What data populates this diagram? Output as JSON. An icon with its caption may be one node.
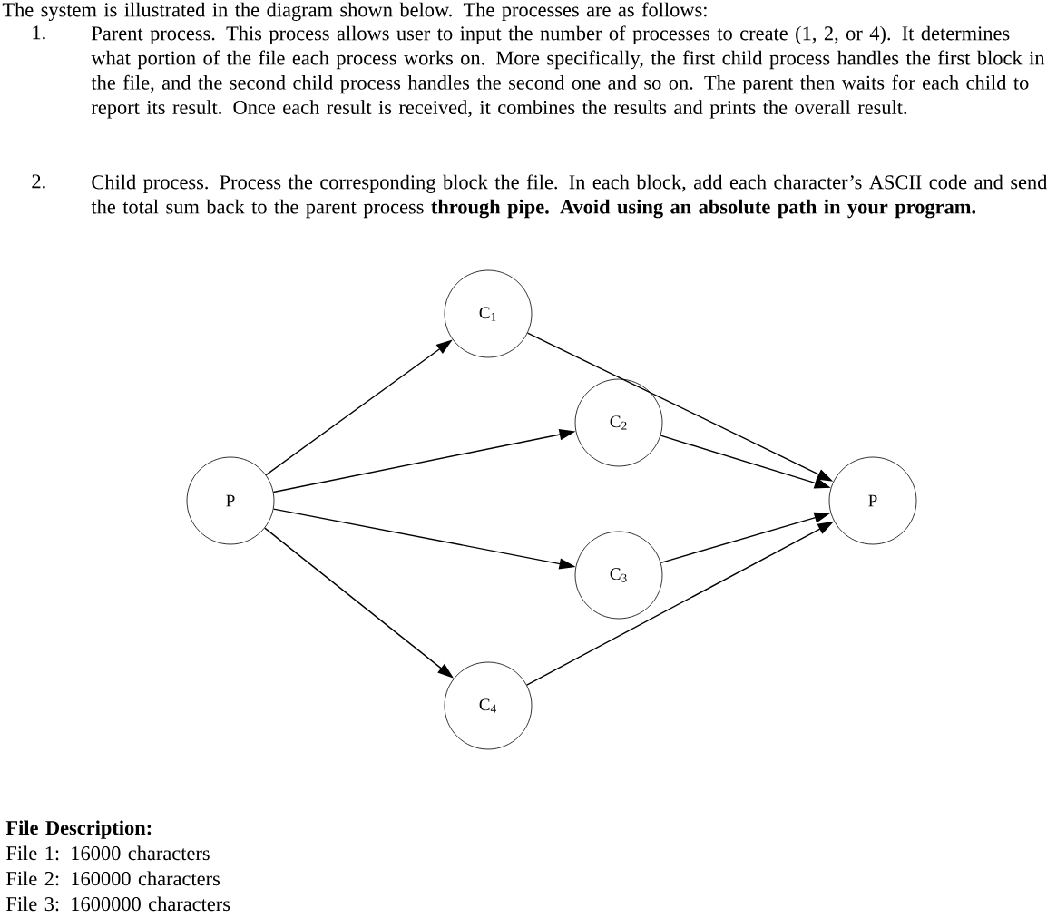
{
  "diagram": {
    "nodes": [
      {
        "text": [
          "P"
        ]
      },
      {
        "text": [
          "C$_{1}$"
        ]
      },
      {
        "text": [
          "C$_{2}$"
        ]
      },
      {
        "text": [
          "C$_{3}$"
        ]
      },
      {
        "text": [
          "C$_{4}$"
        ]
      },
      {
        "text": [
          "P"
        ]
      }
    ],
    "edges": [
      {
        "from": 0,
        "to": 1,
        "arrow": "to"
      },
      {
        "from": 0,
        "to": 2,
        "arrow": "to"
      },
      {
        "from": 0,
        "to": 3,
        "arrow": "to"
      },
      {
        "from": 0,
        "to": 4,
        "arrow": "to"
      },
      {
        "from": 1,
        "to": 5,
        "arrow": "to"
      },
      {
        "from": 2,
        "to": 5,
        "arrow": "to"
      },
      {
        "from": 3,
        "to": 5,
        "arrow": "to"
      },
      {
        "from": 4,
        "to": 5,
        "arrow": "to"
      }
    ],
    "labels": [
      "The system is illustrated in the diagram shown below.  The processes are as follows:",
      "1.",
      "Parent process.  This process allows user to input the number of processes to create (1, 2, or 4).  It determines what portion of the file each process works on. More specifically, the first child process handles the first block in the file, and the second child process handles the second one and so on. The parent then waits for each child to report its result.  Once each result is received, it combines the results and prints the overall result.",
      "2.",
      "Child process.  Process the corresponding block the file. In each block, add each character’s ASCII code and send the total sum back to the parent process **through pipe. Avoid using an absolute path in your program.**",
      "File Description:",
      "File 1: 16000 characters",
      "File 2: 160000 characters",
      "File 3: 1600000 characters"
    ]
  }
}
